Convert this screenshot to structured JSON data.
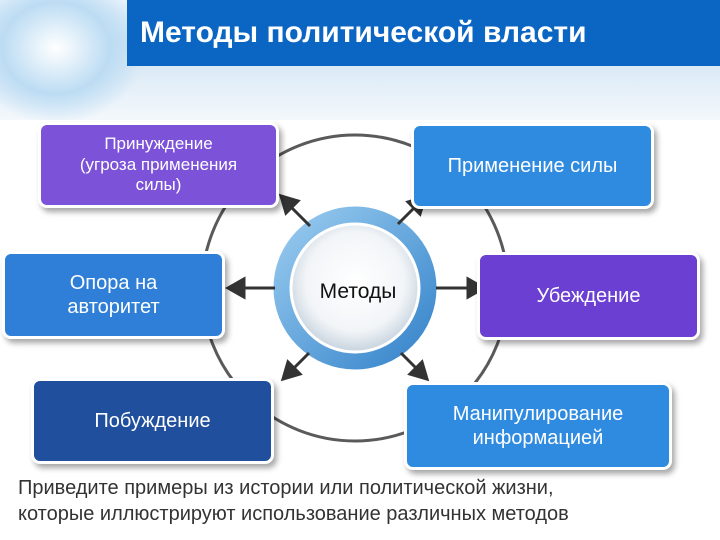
{
  "slide": {
    "title": "Методы политической власти",
    "caption": "Приведите примеры из истории или политической жизни,\nкоторые иллюстрируют использование различных методов"
  },
  "diagram": {
    "hub": "Методы",
    "methods": [
      {
        "label": "Принуждение\n(угроза применения\nсилы)",
        "color": "#7b52d8"
      },
      {
        "label": "Применение силы",
        "color": "#2f8be0"
      },
      {
        "label": "Опора на\nавторитет",
        "color": "#2f7fd8"
      },
      {
        "label": "Убеждение",
        "color": "#6b3fd2"
      },
      {
        "label": "Побуждение",
        "color": "#1f4f9d"
      },
      {
        "label": "Манипулирование\nинформацией",
        "color": "#2f8be0"
      }
    ]
  }
}
